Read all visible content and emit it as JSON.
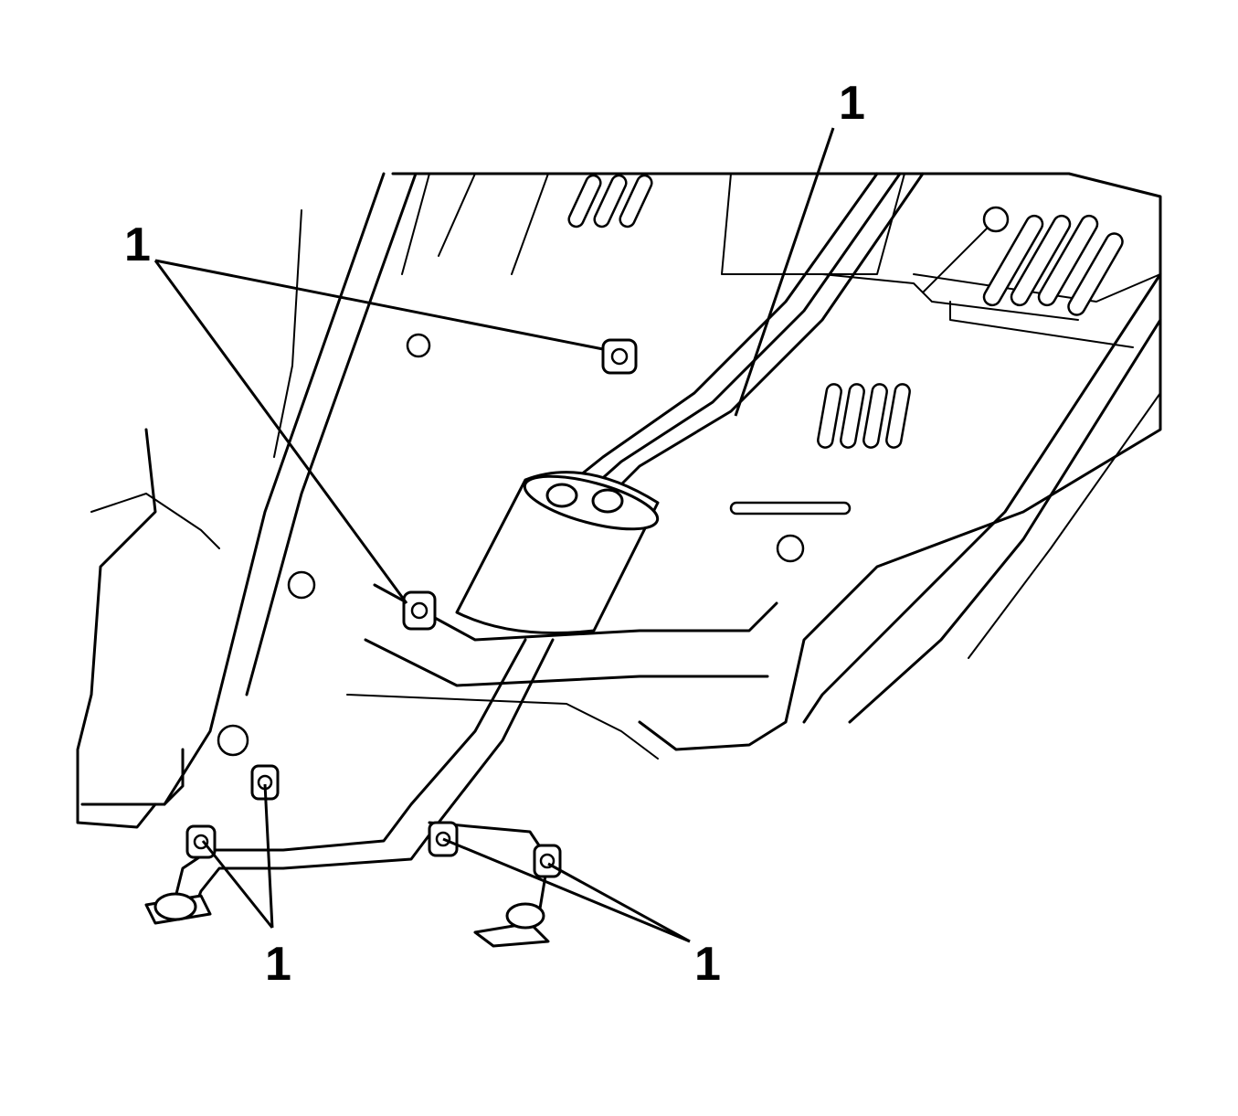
{
  "callouts": [
    {
      "id": "top-right",
      "label": "1"
    },
    {
      "id": "top-left",
      "label": "1"
    },
    {
      "id": "bottom-left",
      "label": "1"
    },
    {
      "id": "bottom-right",
      "label": "1"
    }
  ],
  "icons": {
    "hanger": "exhaust-hanger-insulator-icon"
  }
}
